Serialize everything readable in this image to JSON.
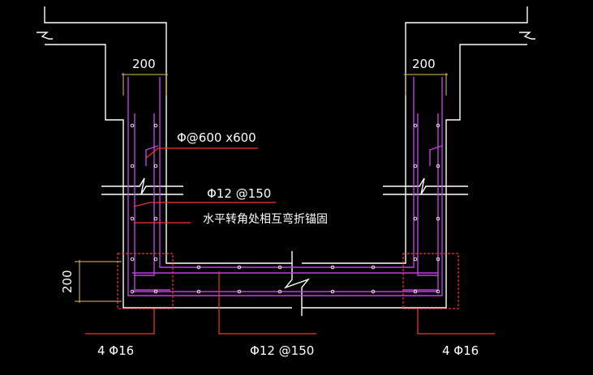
{
  "colors": {
    "background": "#000000",
    "outline": "#ffffff",
    "rebar": "#c040e0",
    "dimension": "#e0c060",
    "leader": "#ff3030",
    "text": "#ffffff"
  },
  "labels": {
    "dim_left_top": "200",
    "dim_right_top": "200",
    "dim_side_bottom": "200",
    "stirrup_spec": "Φ@600 x600",
    "wall_bar_spec": "Φ12 @150",
    "corner_note": "水平转角处相互弯折锚固",
    "corner_bars_left": "4 Φ16",
    "slab_bar_spec": "Φ12 @150",
    "corner_bars_right": "4 Φ16"
  }
}
